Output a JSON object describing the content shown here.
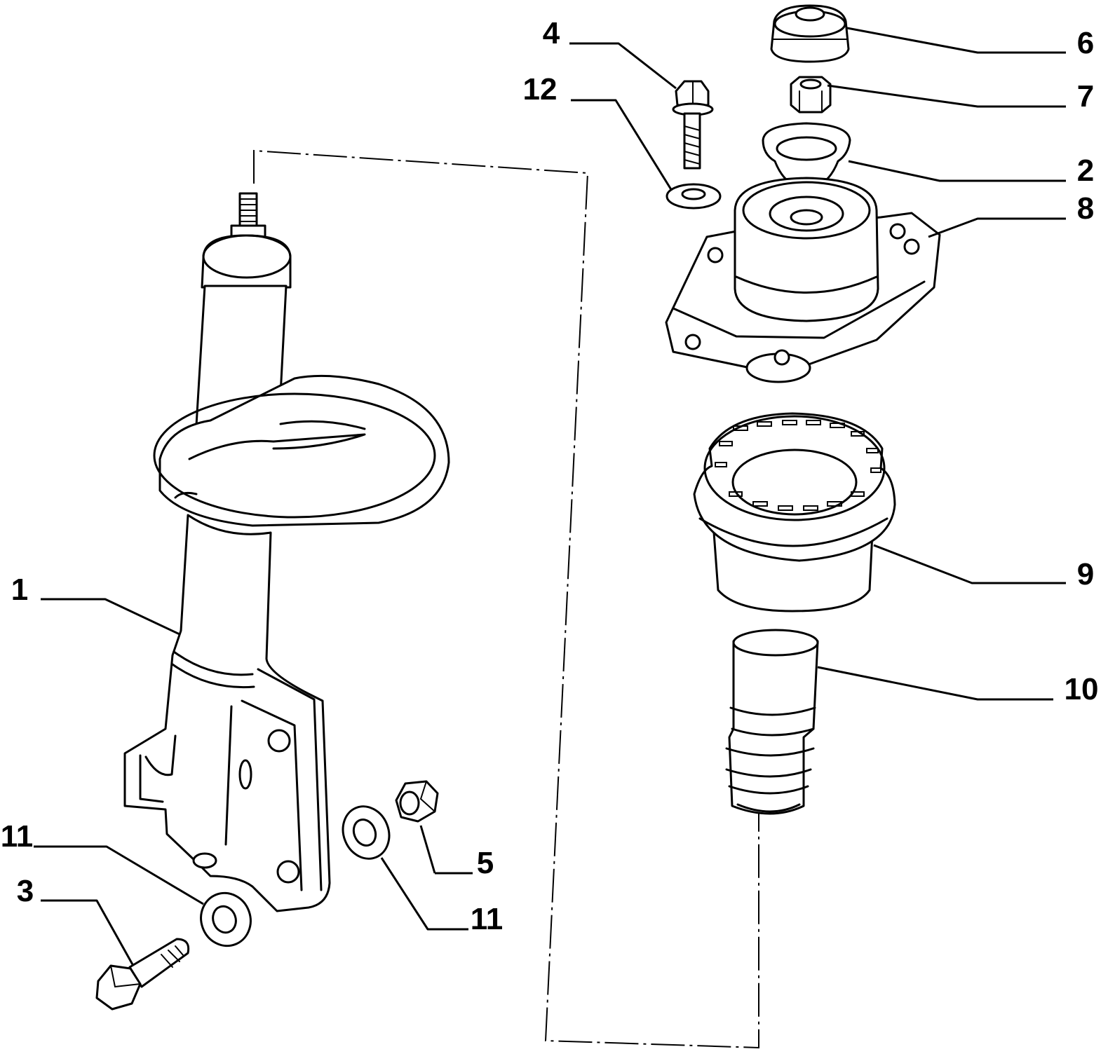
{
  "callouts": {
    "c1": "1",
    "c2": "2",
    "c3": "3",
    "c4": "4",
    "c5": "5",
    "c6": "6",
    "c7": "7",
    "c8": "8",
    "c9": "9",
    "c10": "10",
    "c11a": "11",
    "c11b": "11",
    "c12": "12"
  }
}
